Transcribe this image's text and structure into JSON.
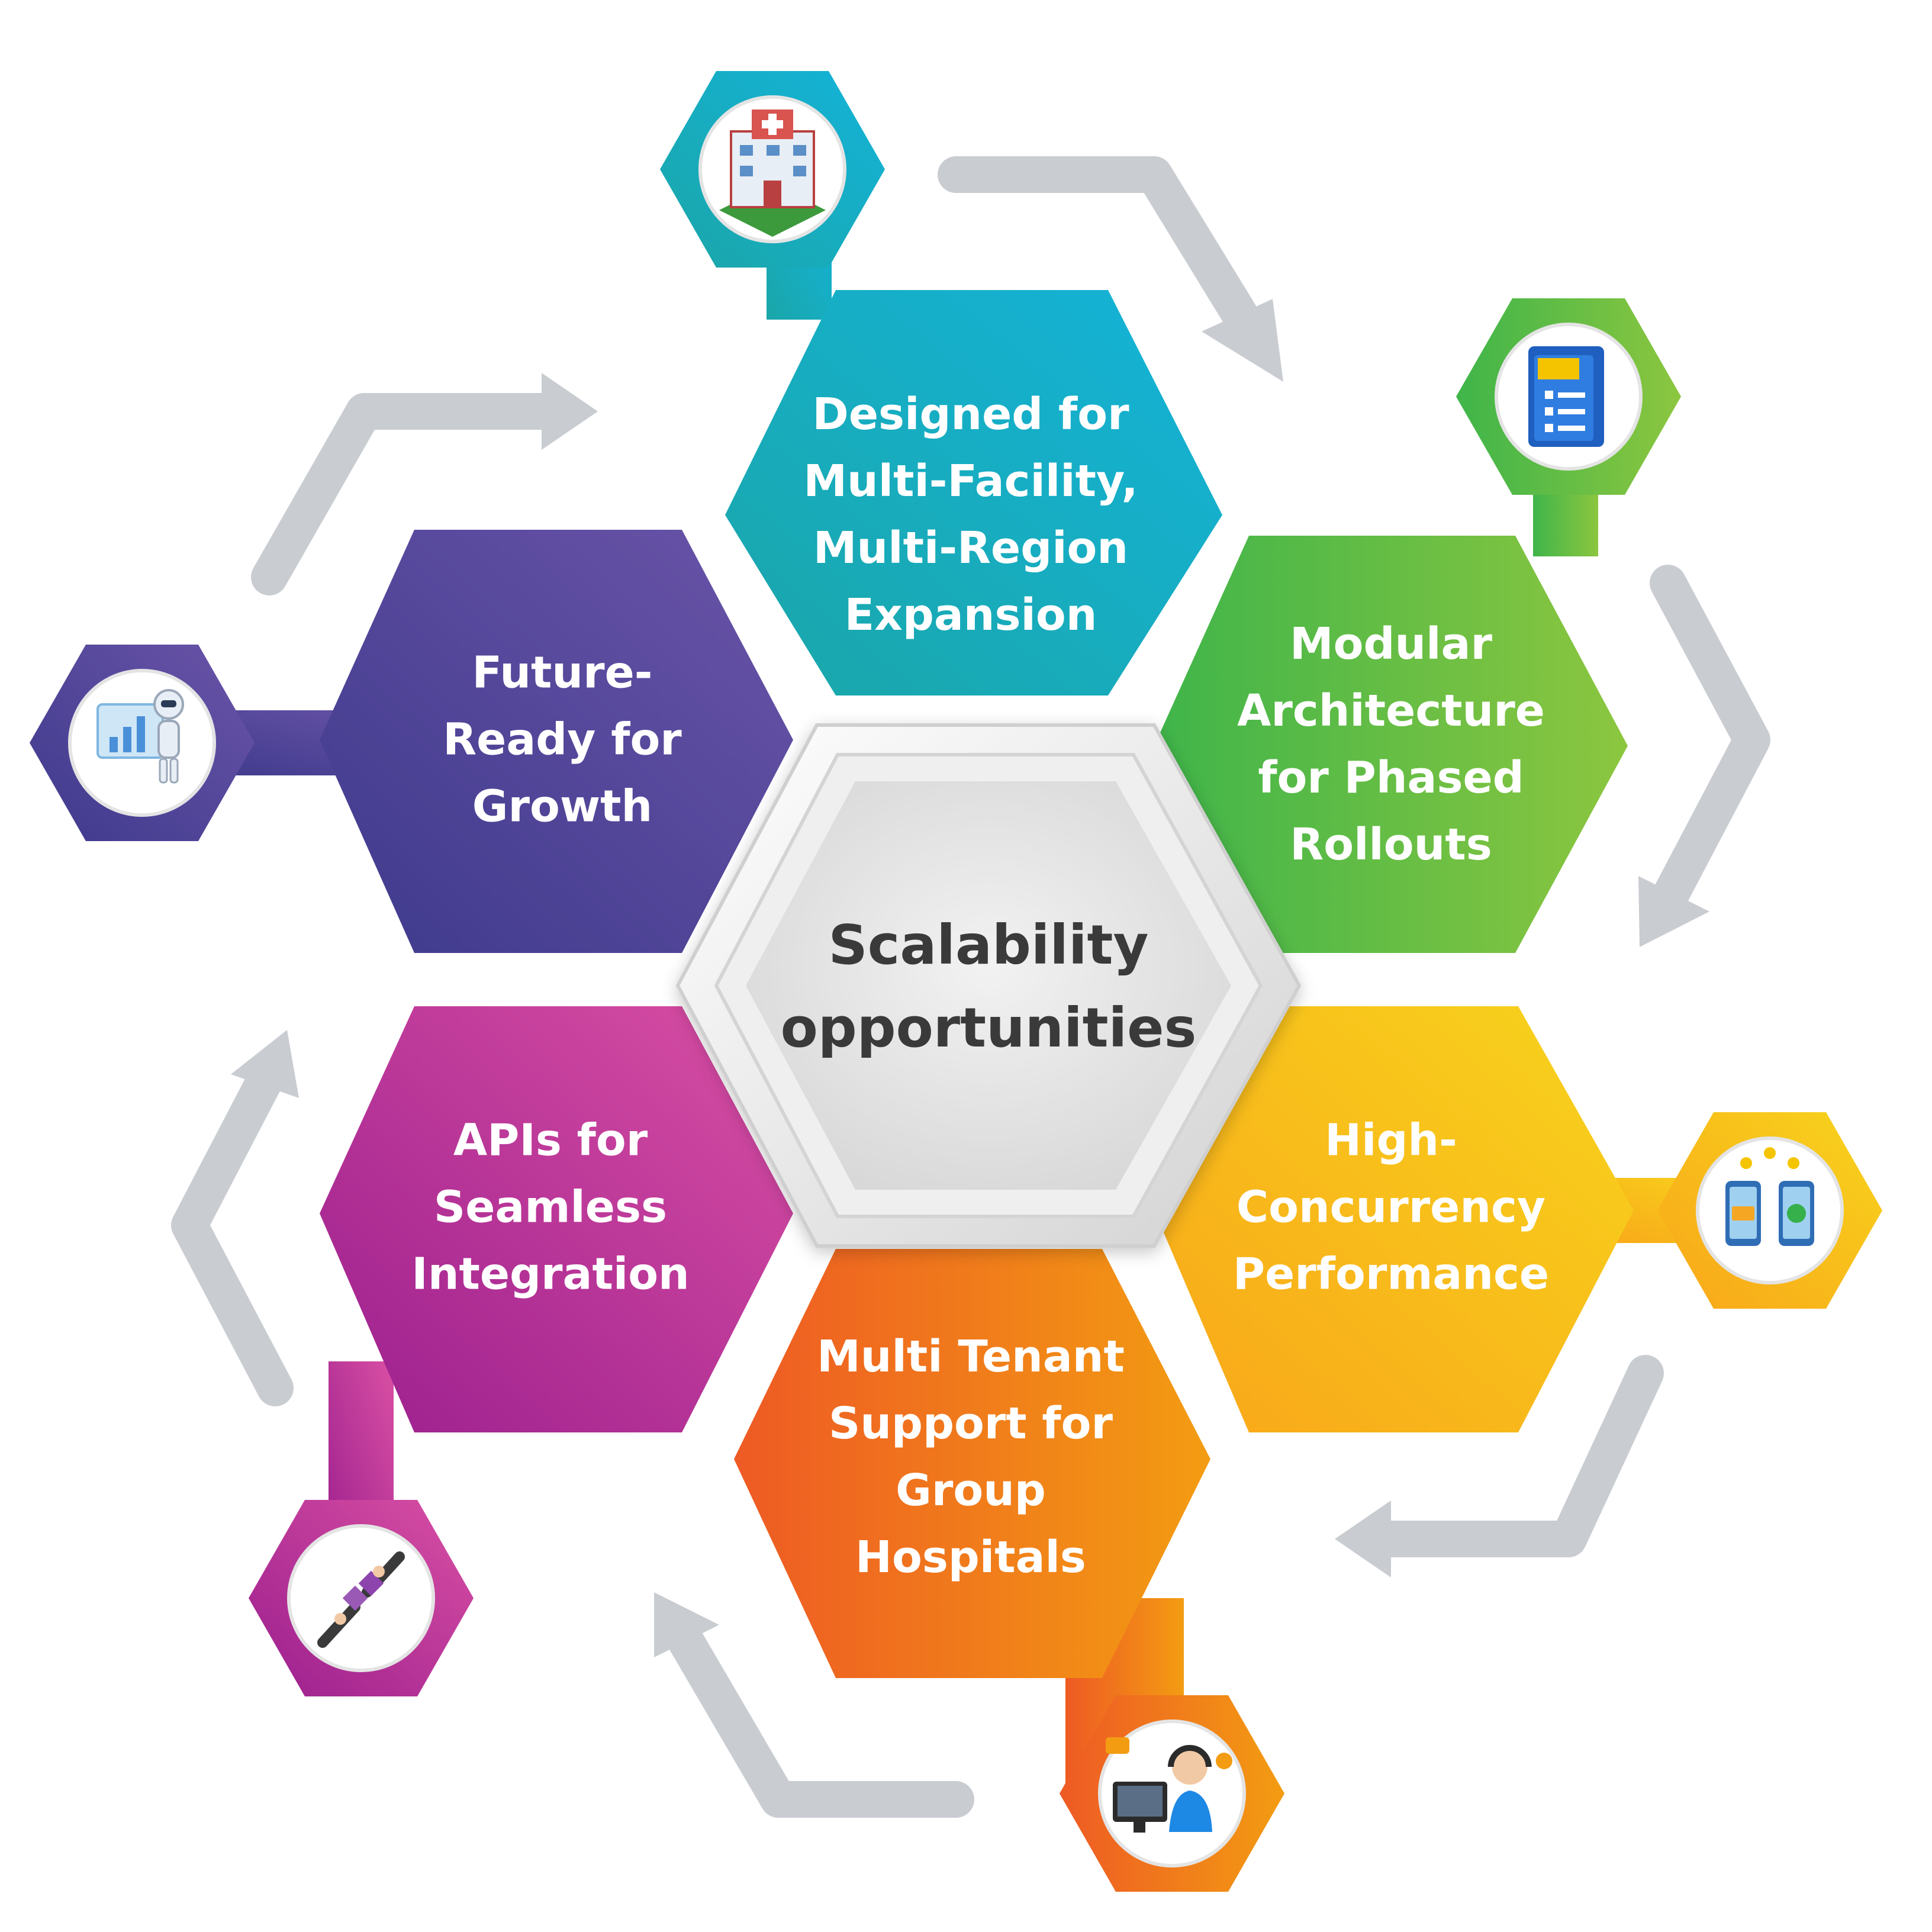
{
  "center": {
    "lines": [
      "Scalability",
      "opportunities"
    ]
  },
  "segments": [
    {
      "id": "multi-facility",
      "lines": [
        "Designed for",
        "Multi-Facility,",
        "Multi-Region",
        "Expansion"
      ],
      "icon": "hospital-building-icon",
      "color_start": "#1aa6a8",
      "color_end": "#14b3d9"
    },
    {
      "id": "modular",
      "lines": [
        "Modular",
        "Architecture",
        "for Phased",
        "Rollouts"
      ],
      "icon": "action-plan-clipboard-icon",
      "color_start": "#3fb54a",
      "color_end": "#8cc63f"
    },
    {
      "id": "concurrency",
      "lines": [
        "High-",
        "Concurrency",
        "Performance"
      ],
      "icon": "mobile-payment-icon",
      "color_start": "#f9a61a",
      "color_end": "#f7d41c"
    },
    {
      "id": "multi-tenant",
      "lines": [
        "Multi Tenant",
        "Support for",
        "Group",
        "Hospitals"
      ],
      "icon": "support-agent-icon",
      "color_start": "#ee5a24",
      "color_end": "#f39c12"
    },
    {
      "id": "apis",
      "lines": [
        "APIs for",
        "Seamless",
        "Integration"
      ],
      "icon": "puzzle-handshake-icon",
      "color_start": "#9b1f8e",
      "color_end": "#d94fa3"
    },
    {
      "id": "future",
      "lines": [
        "Future-",
        "Ready for",
        "Growth"
      ],
      "icon": "robot-chart-icon",
      "color_start": "#3e3a8c",
      "color_end": "#6a54a8"
    }
  ],
  "colors": {
    "arrow": "#c9ccd1",
    "center_fill": "#e6e6e6",
    "center_text": "#3a3a3a"
  }
}
